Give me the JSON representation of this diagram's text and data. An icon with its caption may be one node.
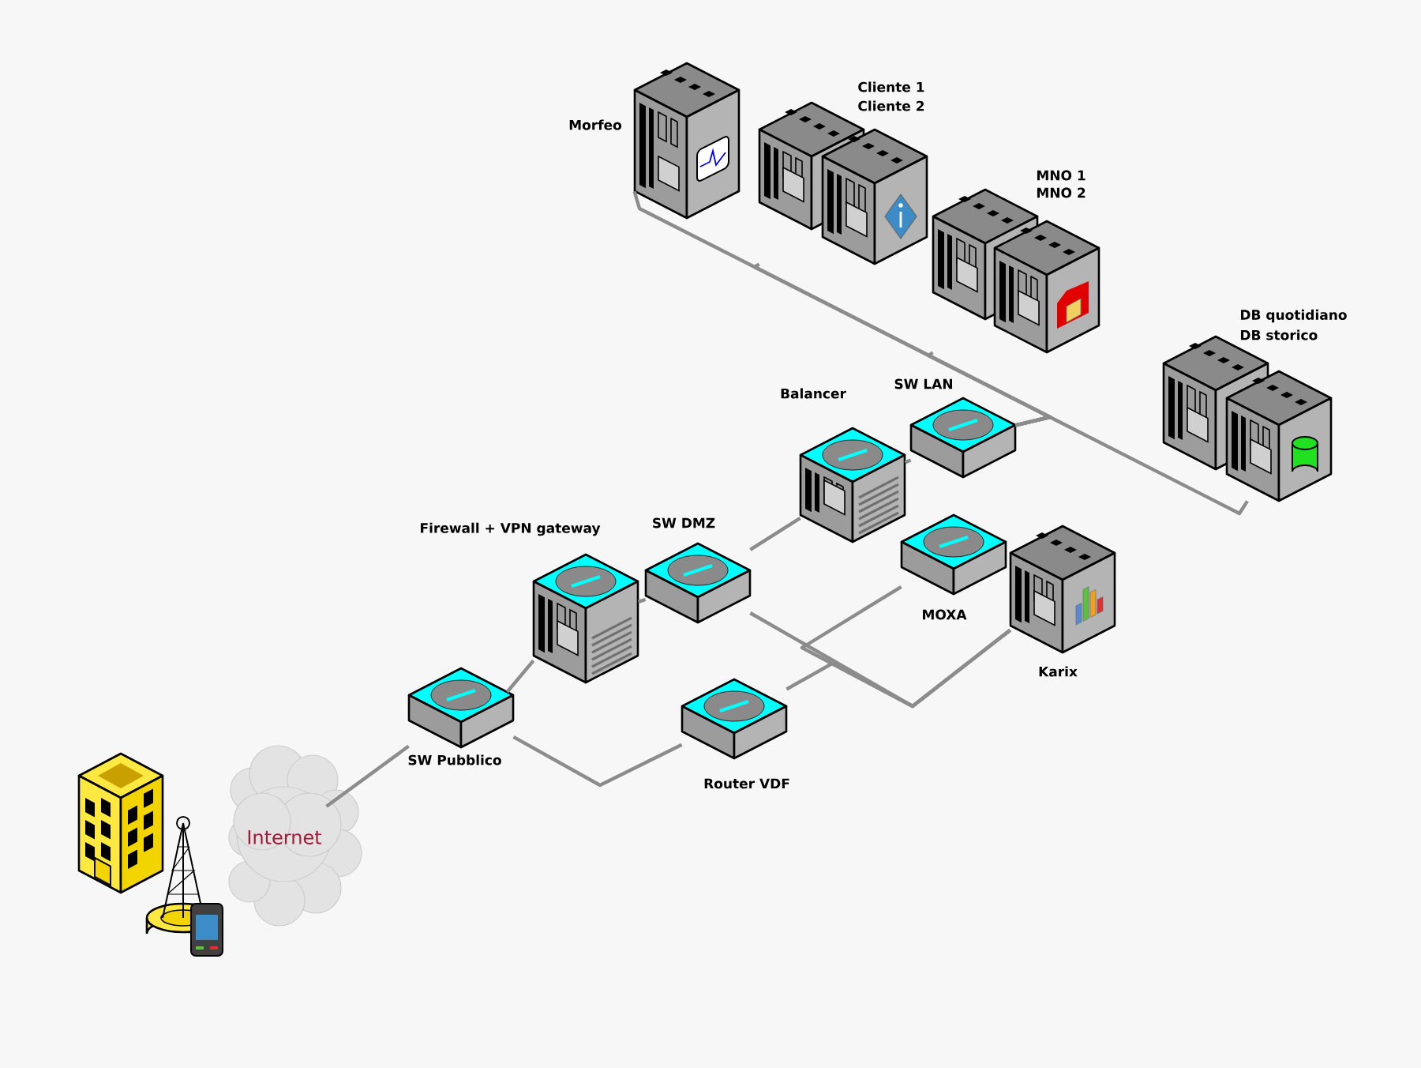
{
  "diagram": {
    "nodes": [
      {
        "text": [
          "Internet"
        ]
      },
      {
        "text": [
          "SW Pubblico"
        ]
      },
      {
        "text": [
          "Firewall + VPN gateway"
        ]
      },
      {
        "text": [
          "SW DMZ"
        ]
      },
      {
        "text": [
          "Balancer"
        ]
      },
      {
        "text": [
          "SW LAN"
        ]
      },
      {
        "text": [
          "Router VDF"
        ]
      },
      {
        "text": [
          "MOXA"
        ]
      },
      {
        "text": [
          "Karix"
        ]
      },
      {
        "text": [
          "Morfeo"
        ]
      },
      {
        "text": [
          "Cliente 1",
          "Cliente 2"
        ]
      },
      {
        "text": [
          "MNO 1",
          "MNO 2"
        ]
      },
      {
        "text": [
          "DB quotidiano",
          "DB storico"
        ]
      }
    ],
    "edges": [
      {
        "from": 0,
        "to": 1,
        "arrow": "none"
      },
      {
        "from": 1,
        "to": 2,
        "arrow": "none"
      },
      {
        "from": 2,
        "to": 3,
        "arrow": "none"
      },
      {
        "from": 3,
        "to": 4,
        "arrow": "none"
      },
      {
        "from": 4,
        "to": 5,
        "arrow": "none"
      },
      {
        "from": 5,
        "to": 9,
        "arrow": "none"
      },
      {
        "from": 5,
        "to": 10,
        "arrow": "none"
      },
      {
        "from": 5,
        "to": 11,
        "arrow": "none"
      },
      {
        "from": 5,
        "to": 12,
        "arrow": "none"
      },
      {
        "from": 1,
        "to": 6,
        "arrow": "none"
      },
      {
        "from": 3,
        "to": 8,
        "arrow": "none"
      },
      {
        "from": 7,
        "to": 8,
        "arrow": "none"
      },
      {
        "from": 6,
        "to": 8,
        "arrow": "none"
      }
    ]
  }
}
